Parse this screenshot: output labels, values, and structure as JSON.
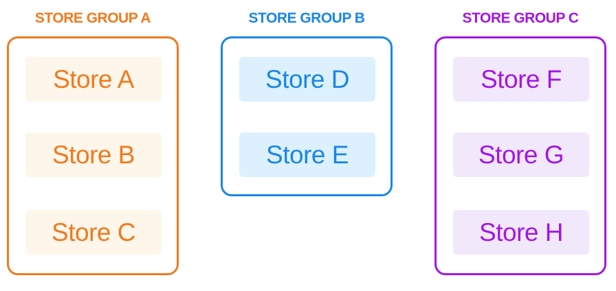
{
  "groups": [
    {
      "title": "STORE GROUP A",
      "color": "#F07A1E",
      "tile_color": "#FEF6EA",
      "stores": [
        "Store A",
        "Store B",
        "Store C"
      ]
    },
    {
      "title": "STORE GROUP B",
      "color": "#1A86E8",
      "tile_color": "#DCF1FD",
      "stores": [
        "Store D",
        "Store E"
      ]
    },
    {
      "title": "STORE GROUP C",
      "color": "#A316E4",
      "tile_color": "#F2E8FC",
      "stores": [
        "Store F",
        "Store G",
        "Store H"
      ]
    }
  ]
}
